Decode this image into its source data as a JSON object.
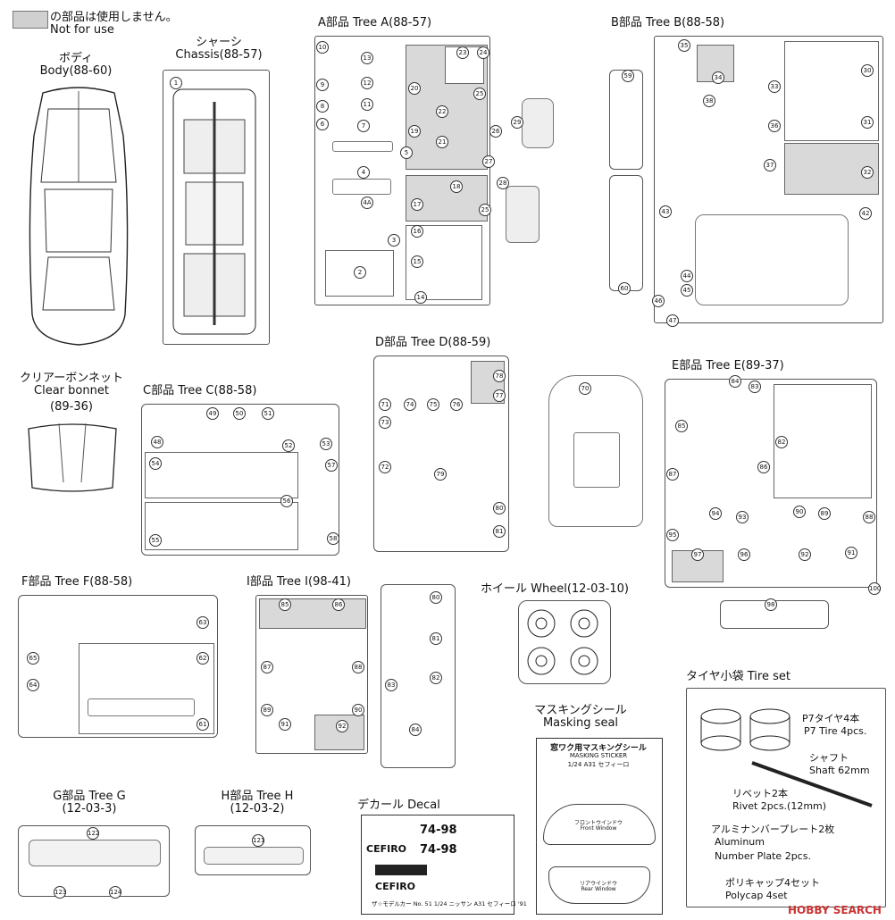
{
  "legend": {
    "jp": "の部品は使用しません。",
    "en": "Not for use"
  },
  "body": {
    "jp": "ボディ",
    "en": "Body(88-60)"
  },
  "chassis": {
    "jp": "シャーシ",
    "en": "Chassis(88-57)"
  },
  "treeA": {
    "label": "A部品 Tree A(88-57)"
  },
  "treeB": {
    "label": "B部品 Tree B(88-58)"
  },
  "clear_bonnet": {
    "jp": "クリアーボンネット",
    "en": "Clear bonnet",
    "code": "(89-36)"
  },
  "treeC": {
    "label": "C部品 Tree C(88-58)"
  },
  "treeD": {
    "label": "D部品 Tree D(88-59)"
  },
  "treeE": {
    "label": "E部品 Tree E(89-37)"
  },
  "treeF": {
    "label": "F部品 Tree F(88-58)"
  },
  "treeI": {
    "label": "I部品 Tree I(98-41)"
  },
  "wheel": {
    "label": "ホイール Wheel(12-03-10)"
  },
  "tire_set": {
    "label": "タイヤ小袋 Tire set",
    "items": [
      "P7タイヤ4本",
      "P7 Tire 4pcs.",
      "シャフト",
      "Shaft 62mm",
      "リベット2本",
      "Rivet 2pcs.(12mm)",
      "アルミナンバープレート2枚",
      "Aluminum",
      "Number Plate 2pcs.",
      "ポリキャップ4セット",
      "Polycap 4set"
    ]
  },
  "masking": {
    "jp": "マスキングシール",
    "en": "Masking seal",
    "sheet_title": "窓ワク用マスキングシール",
    "sheet_sub": "MASKING STICKER",
    "sheet_model": "1/24 A31 セフィーロ",
    "front": "フロントウインドウ",
    "front_en": "Front Window",
    "rear": "リアウインドウ",
    "rear_en": "Rear Window"
  },
  "treeG": {
    "label": "G部品 Tree G",
    "code": "(12-03-3)"
  },
  "treeH": {
    "label": "H部品 Tree H",
    "code": "(12-03-2)"
  },
  "decal": {
    "label": "デカール Decal",
    "plate1": "74-98",
    "plate2": "74-98",
    "brand": "CEFIRO",
    "footer": "ザ☆モデルカー No. 51 1/24 ニッサン A31 セフィーロ '91"
  },
  "watermark": "HOBBY SEARCH",
  "nums": {
    "a": [
      "10",
      "13",
      "23",
      "24",
      "9",
      "12",
      "20",
      "8",
      "11",
      "22",
      "25",
      "6",
      "7",
      "19",
      "21",
      "26",
      "29",
      "5",
      "27",
      "4",
      "18",
      "28",
      "4A",
      "17",
      "25",
      "3",
      "16",
      "15",
      "2",
      "14",
      "1"
    ],
    "b": [
      "35",
      "34",
      "30",
      "59",
      "38",
      "33",
      "36",
      "31",
      "37",
      "32",
      "43",
      "42",
      "60",
      "44",
      "45",
      "46",
      "47"
    ],
    "c": [
      "49",
      "50",
      "51",
      "48",
      "52",
      "53",
      "54",
      "57",
      "56",
      "55",
      "58"
    ],
    "d": [
      "78",
      "73",
      "74",
      "75",
      "76",
      "77",
      "72",
      "71",
      "79",
      "80",
      "81",
      "70"
    ],
    "e": [
      "84",
      "83",
      "85",
      "82",
      "87",
      "86",
      "94",
      "93",
      "90",
      "88",
      "95",
      "89",
      "91",
      "97",
      "96",
      "92",
      "100",
      "98"
    ],
    "f": [
      "63",
      "65",
      "62",
      "64",
      "61"
    ],
    "i": [
      "85",
      "86",
      "80",
      "87",
      "88",
      "81",
      "82",
      "83",
      "89",
      "90",
      "91",
      "92",
      "84"
    ],
    "g": [
      "122",
      "123",
      "124"
    ],
    "h": [
      "121"
    ]
  }
}
